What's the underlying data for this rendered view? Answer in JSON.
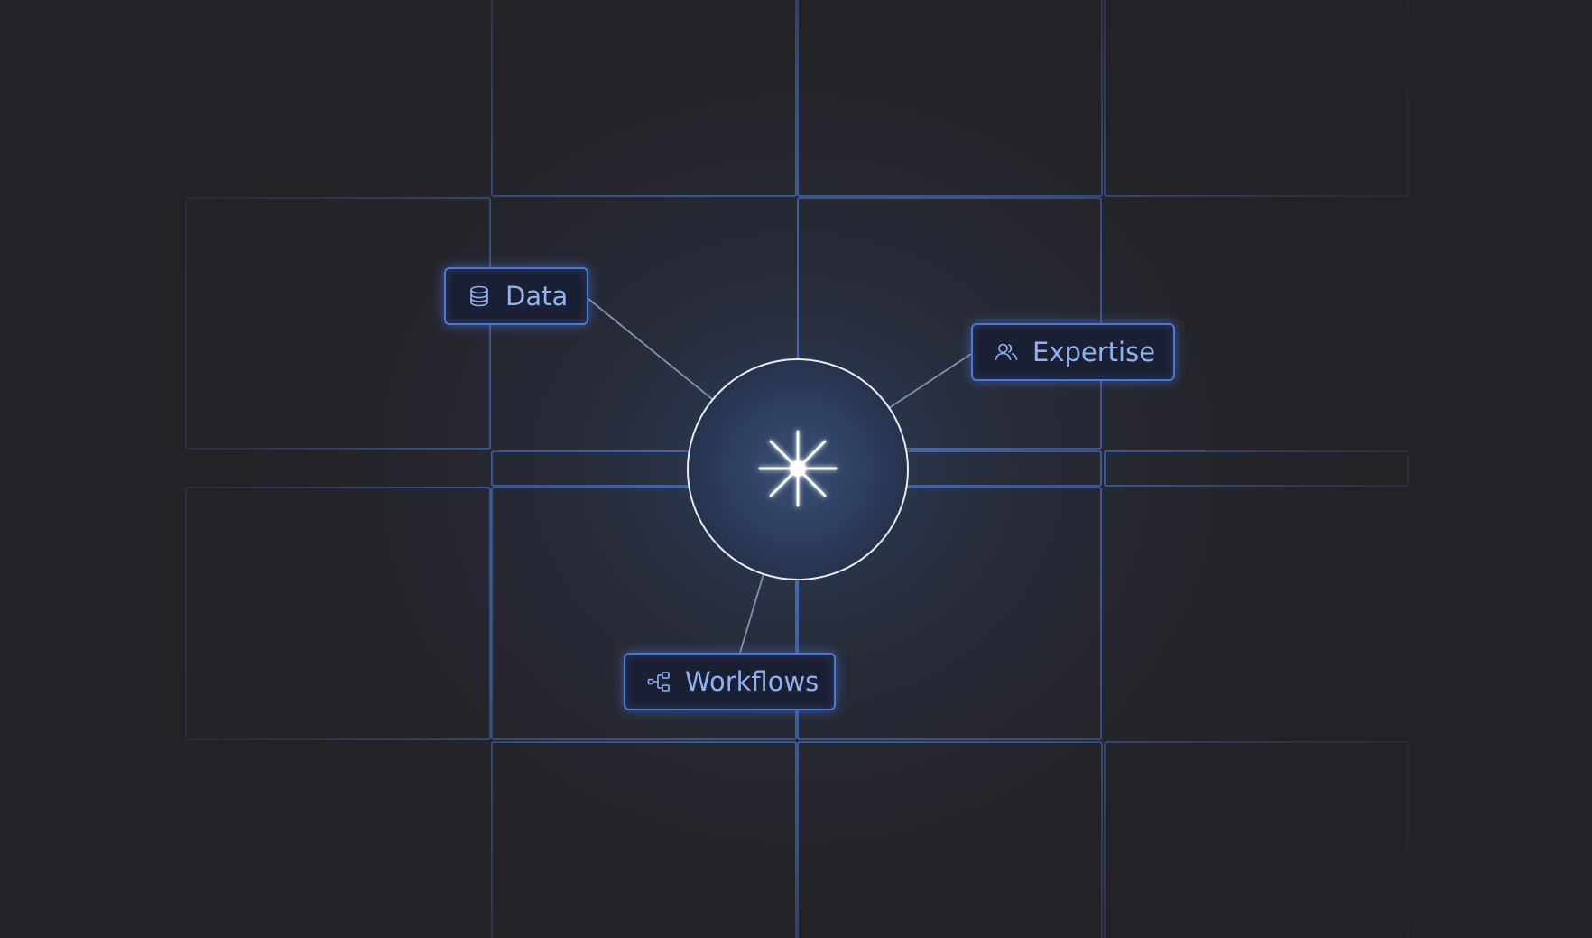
{
  "nodes": [
    {
      "id": "data",
      "label": "Data",
      "icon": "database-icon"
    },
    {
      "id": "expertise",
      "label": "Expertise",
      "icon": "users-icon"
    },
    {
      "id": "workflows",
      "label": "Workflows",
      "icon": "workflow-icon"
    }
  ],
  "hub": {
    "icon": "sparkle-star-icon"
  },
  "colors": {
    "background": "#242226",
    "grid_line": "#3f6fcc",
    "label_text": "#8fb3f2",
    "label_border": "#4a78d6",
    "hub_stroke": "#e8ecf4",
    "connector": "#7f93b8"
  }
}
